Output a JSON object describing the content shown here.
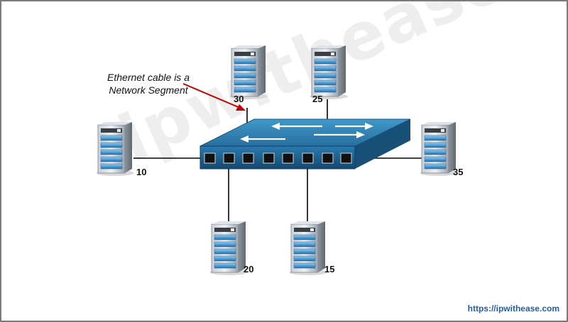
{
  "annotation": {
    "line1": "Ethernet cable is a",
    "line2": "Network Segment"
  },
  "servers": [
    {
      "label": "10"
    },
    {
      "label": "20"
    },
    {
      "label": "15"
    },
    {
      "label": "30"
    },
    {
      "label": "25"
    },
    {
      "label": "35"
    }
  ],
  "watermark": "ipwithease.com",
  "url": "https://ipwithease.com",
  "colors": {
    "switch_top": "#2f86b8",
    "switch_front": "#1b5a85",
    "cable": "#000000",
    "arrow": "#c00000",
    "url": "#1f5fa8"
  }
}
